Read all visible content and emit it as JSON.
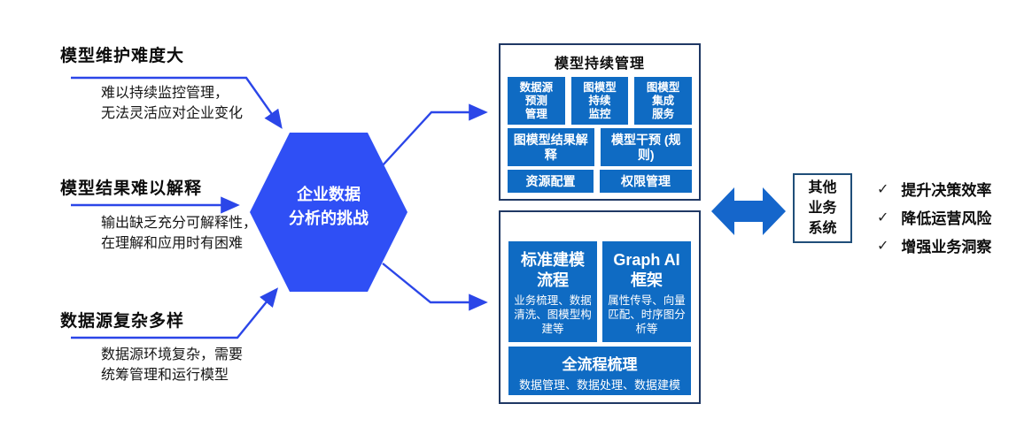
{
  "colors": {
    "arrow": "#2B46E8",
    "hexagon": "#2F4FF5",
    "box-blue": "#0F6BC3",
    "double-arrow": "#1566CB",
    "outer-border": "#1F3864",
    "other-border": "#1F4E79"
  },
  "hexagon": {
    "label": "企业数据\n分析的挑战"
  },
  "challenges": [
    {
      "title": "模型维护难度大",
      "desc": "难以持续监控管理，\n无法灵活应对企业变化"
    },
    {
      "title": "模型结果难以解释",
      "desc": "输出缺乏充分可解释性，\n在理解和应用时有困难"
    },
    {
      "title": "数据源复杂多样",
      "desc": "数据源环境复杂，需要\n统筹管理和运行模型"
    }
  ],
  "model_management": {
    "title": "模型持续管理",
    "row1": [
      "数据源\n预测\n管理",
      "图模型\n持续\n监控",
      "图模型\n集成\n服务"
    ],
    "row2": [
      "图模型结果解释",
      "模型干预 (规则)"
    ],
    "row3": [
      "资源配置",
      "权限管理"
    ]
  },
  "framework": {
    "standard_modeling": {
      "title": "标准建模\n流程",
      "desc": "业务梳理、数据清洗、图模型构建等"
    },
    "graph_ai": {
      "title": "Graph AI\n框架",
      "desc": "属性传导、向量匹配、时序图分析等"
    },
    "full_process": {
      "title": "全流程梳理",
      "desc": "数据管理、数据处理、数据建模"
    }
  },
  "other_system": {
    "label": "其他\n业务\n系统"
  },
  "benefits": {
    "check_glyph": "✓",
    "items": [
      "提升决策效率",
      "降低运营风险",
      "增强业务洞察"
    ]
  }
}
